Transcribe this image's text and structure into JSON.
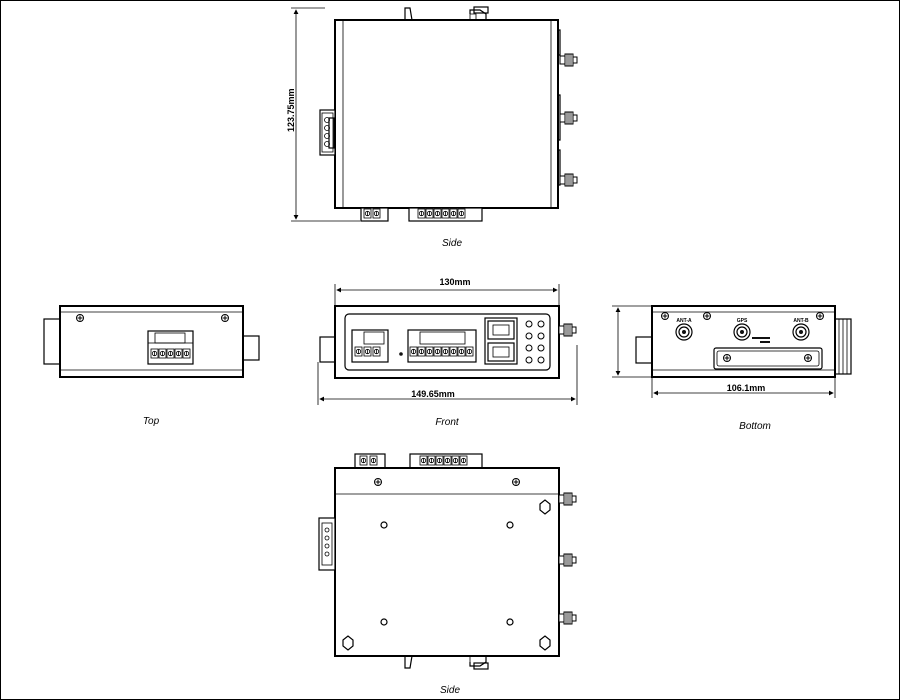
{
  "views": {
    "side_top": "Side",
    "top": "Top",
    "front": "Front",
    "bottom": "Bottom",
    "side_bottom": "Side"
  },
  "dimensions": {
    "height": "123.75mm",
    "front_width": "130mm",
    "front_overall": "149.65mm",
    "bottom_width": "106.1mm"
  },
  "port_labels": {
    "ant_a": "ANT-A",
    "gps": "GPS",
    "ant_b": "ANT-B"
  }
}
